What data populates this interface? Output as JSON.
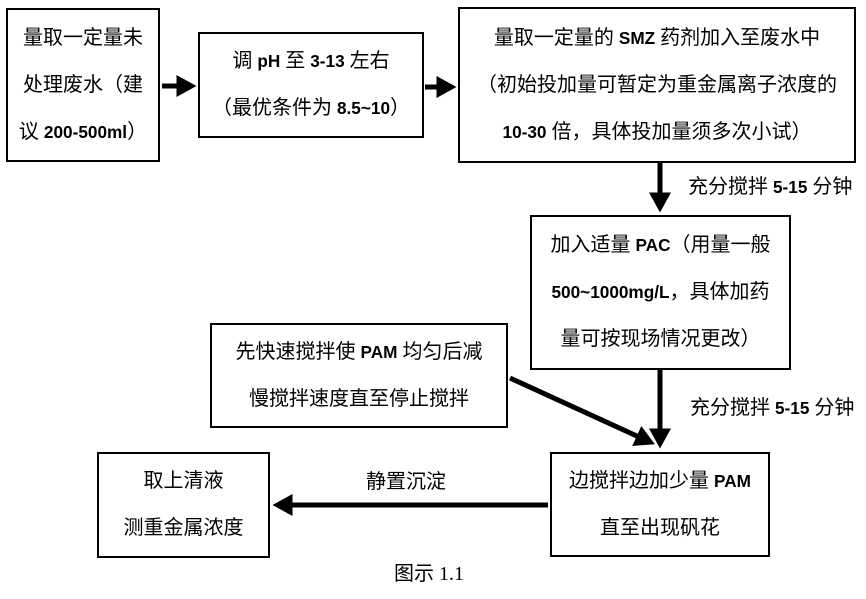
{
  "figure": {
    "caption": "图示 1.1"
  },
  "colors": {
    "ink": "#000000",
    "paper": "#ffffff"
  },
  "flowchart": {
    "boxes": {
      "measure_wastewater": {
        "lines": [
          "量取一定量未",
          "处理废水（建",
          "议 200-500ml）"
        ]
      },
      "adjust_ph": {
        "lines": [
          "调 pH 至 3-13 左右",
          "（最优条件为 8.5~10）"
        ]
      },
      "add_smz": {
        "lines": [
          "量取一定量的 SMZ 药剂加入至废水中",
          "（初始投加量可暂定为重金属离子浓度的",
          "10-30 倍，具体投加量须多次小试）"
        ]
      },
      "add_pac": {
        "lines": [
          "加入适量 PAC（用量一般",
          "500~1000mg/L，具体加药",
          "量可按现场情况更改）"
        ]
      },
      "pam_mixing": {
        "lines": [
          "先快速搅拌使 PAM 均匀后减",
          "慢搅拌速度直至停止搅拌"
        ]
      },
      "add_pam": {
        "lines": [
          "边搅拌边加少量 PAM",
          "直至出现矾花"
        ]
      },
      "take_supernatant": {
        "lines": [
          "取上清液",
          "测重金属浓度"
        ]
      }
    },
    "edge_labels": {
      "stir_after_smz": "充分搅拌 5-15 分钟",
      "stir_after_pac": "充分搅拌 5-15 分钟",
      "settle": "静置沉淀"
    }
  }
}
